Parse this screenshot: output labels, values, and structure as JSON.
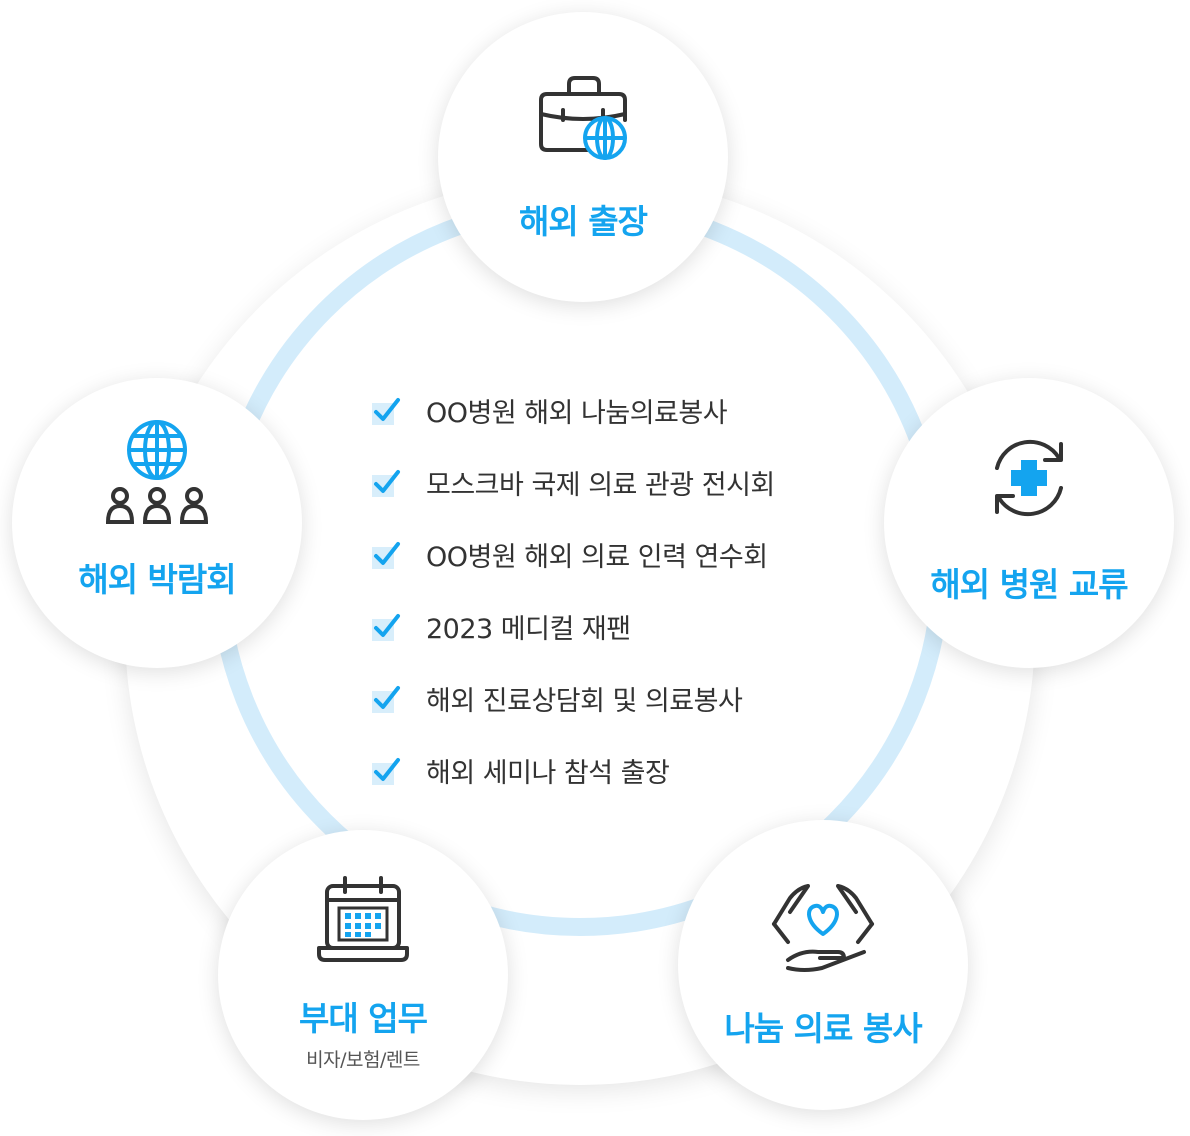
{
  "colors": {
    "accent": "#14a4ef",
    "ring": "#d3ecfb",
    "icon_dark": "#333333",
    "text": "#333333"
  },
  "nodes": {
    "top": {
      "label": "해외 출장",
      "icon": "briefcase-globe-icon"
    },
    "left": {
      "label": "해외 박람회",
      "icon": "globe-people-icon"
    },
    "right": {
      "label": "해외 병원 교류",
      "icon": "medical-cross-cycle-icon"
    },
    "bottom_left": {
      "label": "부대 업무",
      "sublabel": "비자/보험/렌트",
      "icon": "calendar-laptop-icon"
    },
    "bottom_right": {
      "label": "나눔 의료 봉사",
      "icon": "hands-heart-icon"
    }
  },
  "checklist": [
    "OO병원 해외 나눔의료봉사",
    "모스크바 국제 의료 관광 전시회",
    "OO병원 해외 의료 인력 연수회",
    "2023 메디컬 재팬",
    "해외 진료상담회 및 의료봉사",
    "해외 세미나 참석 출장"
  ]
}
